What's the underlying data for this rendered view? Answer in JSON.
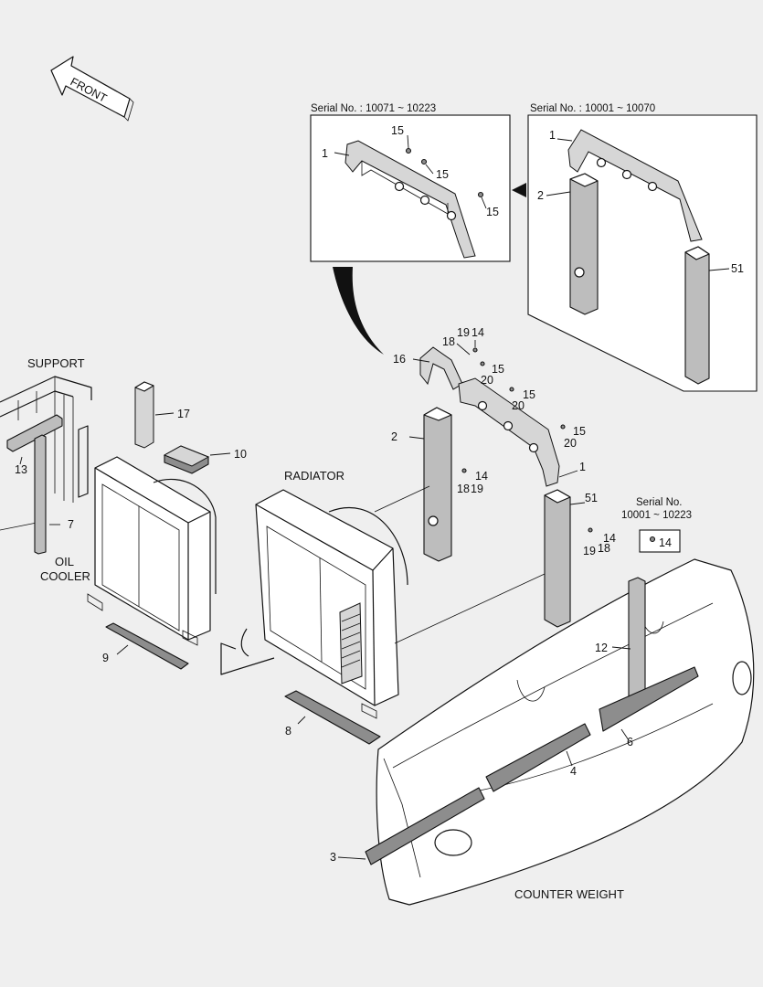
{
  "front_label": "FRONT",
  "inset_left": {
    "serial": "Serial No. : 10071 ~ 10223"
  },
  "inset_right": {
    "serial": "Serial No. : 10001 ~ 10070"
  },
  "serial_callout": {
    "line1": "Serial No.",
    "line2": "10001 ~ 10223",
    "part": "14"
  },
  "assemblies": {
    "support": "SUPPORT",
    "oil_cooler_1": "OIL",
    "oil_cooler_2": "COOLER",
    "radiator": "RADIATOR",
    "counter_weight": "COUNTER WEIGHT"
  },
  "callouts": {
    "in_l_1": "1",
    "in_l_15a": "15",
    "in_l_15b": "15",
    "in_l_15c": "15",
    "in_r_1": "1",
    "in_r_2": "2",
    "in_r_51": "51",
    "m_16": "16",
    "m_18a": "18",
    "m_19a": "19",
    "m_14a": "14",
    "m_15a": "15",
    "m_20a": "20",
    "m_15b": "15",
    "m_20b": "20",
    "m_15c": "15",
    "m_20c": "20",
    "m_2": "2",
    "m_14b": "14",
    "m_18b": "18",
    "m_19b": "19",
    "m_1": "1",
    "m_51": "51",
    "m_14c": "14",
    "m_19c": "19",
    "m_18c": "18",
    "p_17": "17",
    "p_10": "10",
    "p_13": "13",
    "p_7": "7",
    "p_9": "9",
    "p_8": "8",
    "p_12": "12",
    "p_6": "6",
    "p_4": "4",
    "p_3": "3"
  }
}
